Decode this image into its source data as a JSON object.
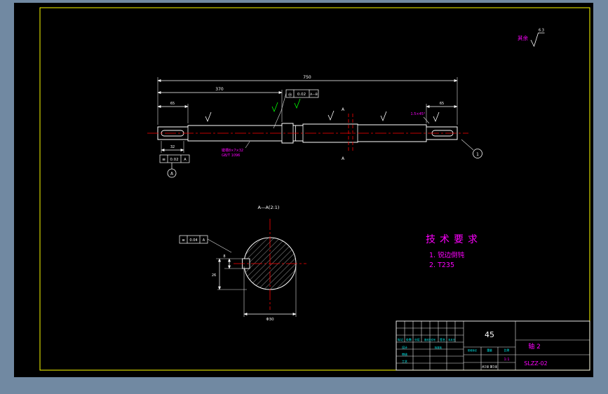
{
  "colors": {
    "surround": "#7189a2",
    "canvas": "#000000",
    "frame": "#ffff00",
    "lines": "#ffffff",
    "centerline": "#ff0000",
    "annotation": "#ff00ff",
    "table_text": "#00ffff",
    "roughness_green": "#00ff00"
  },
  "surface_note": {
    "label": "其余",
    "value": "6.3"
  },
  "front_view": {
    "dim_overall": "750",
    "dim_span": "370",
    "dim_left_end": "65",
    "dim_right_end": "65",
    "dim_key_len": "32",
    "chamfer_note": "1.5×45°",
    "cut_label": "A",
    "tol_top_sym": "◎",
    "tol_top_val": "0.02",
    "tol_top_datum": "A—B",
    "tol_bot_sym": "≡",
    "tol_bot_val": "0.02",
    "tol_bot_datum": "A",
    "datum_flag": "A",
    "balloon": "1",
    "key_note_line1": "键槽8×7×32",
    "key_note_line2": "GB/T 1096"
  },
  "section_view": {
    "label": "A—A(2:1)",
    "dim_dia": "Φ30",
    "dim_key_w": "8",
    "dim_key_d": "26",
    "tol_sym": "≡",
    "tol_val": "0.04",
    "tol_datum": "A"
  },
  "tech_req": {
    "title": "技术要求",
    "item1": "1. 锐边倒钝",
    "item2": "2. T235"
  },
  "title_block": {
    "material": "45",
    "part_name": "轴 2",
    "drawing_code": "SLZZ-02",
    "scale_value": "1:1",
    "col_mark": "标记",
    "col_count": "处数",
    "col_zone": "分区",
    "col_doc": "更改文件号",
    "col_sign": "签名",
    "col_date": "年月日",
    "row_design": "设计",
    "row_check": "审核",
    "row_process": "工艺",
    "row_std": "标准化",
    "cell_stage": "阶段标记",
    "cell_weight": "重量",
    "cell_scale": "比例",
    "sheet_info": "共1张 第1张"
  }
}
